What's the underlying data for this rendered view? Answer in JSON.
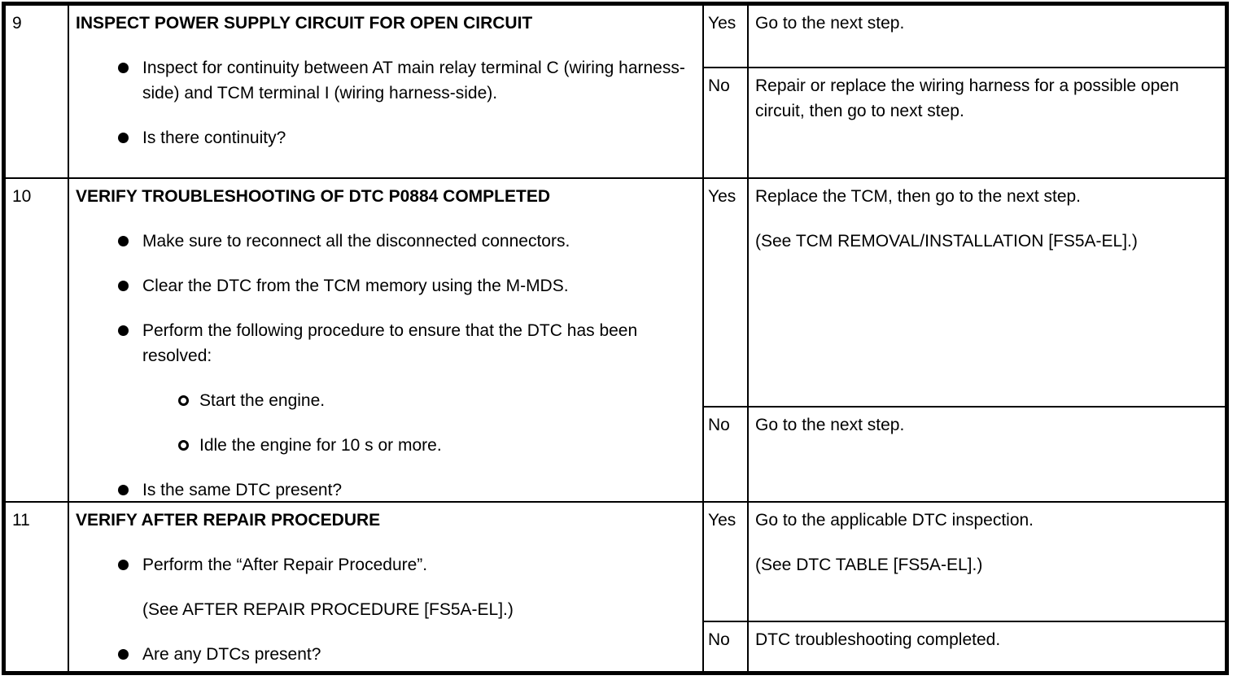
{
  "table": {
    "rows": [
      {
        "step": "9",
        "title": "INSPECT POWER SUPPLY CIRCUIT FOR OPEN CIRCUIT",
        "bullets": [
          "Inspect for continuity between AT main relay terminal C (wiring harness-side) and TCM terminal I (wiring harness-side).",
          "Is there continuity?"
        ],
        "yes": {
          "label": "Yes",
          "lines": [
            "Go to the next step."
          ]
        },
        "no": {
          "label": "No",
          "lines": [
            "Repair or replace the wiring harness for a possible open circuit, then go to next step."
          ]
        }
      },
      {
        "step": "10",
        "title": "VERIFY TROUBLESHOOTING OF DTC P0884 COMPLETED",
        "bullets": [
          "Make sure to reconnect all the disconnected connectors.",
          "Clear the DTC from the TCM memory using the M-MDS.",
          "Perform the following procedure to ensure that the DTC has been resolved:"
        ],
        "sub_bullets": [
          "Start the engine.",
          "Idle the engine for 10 s or more."
        ],
        "final_bullet": "Is the same DTC present?",
        "yes": {
          "label": "Yes",
          "lines": [
            "Replace the TCM, then go to the next step.",
            "(See TCM REMOVAL/INSTALLATION [FS5A-EL].)"
          ]
        },
        "no": {
          "label": "No",
          "lines": [
            "Go to the next step."
          ]
        }
      },
      {
        "step": "11",
        "title": "VERIFY AFTER REPAIR PROCEDURE",
        "bullets": [
          "Perform the “After Repair Procedure”."
        ],
        "note": "(See AFTER REPAIR PROCEDURE [FS5A-EL].)",
        "final_bullet": "Are any DTCs present?",
        "yes": {
          "label": "Yes",
          "lines": [
            "Go to the applicable DTC inspection.",
            "(See DTC TABLE [FS5A-EL].)"
          ]
        },
        "no": {
          "label": "No",
          "lines": [
            "DTC troubleshooting completed."
          ]
        }
      }
    ]
  },
  "colors": {
    "ink": "#000000",
    "paper": "#ffffff"
  }
}
